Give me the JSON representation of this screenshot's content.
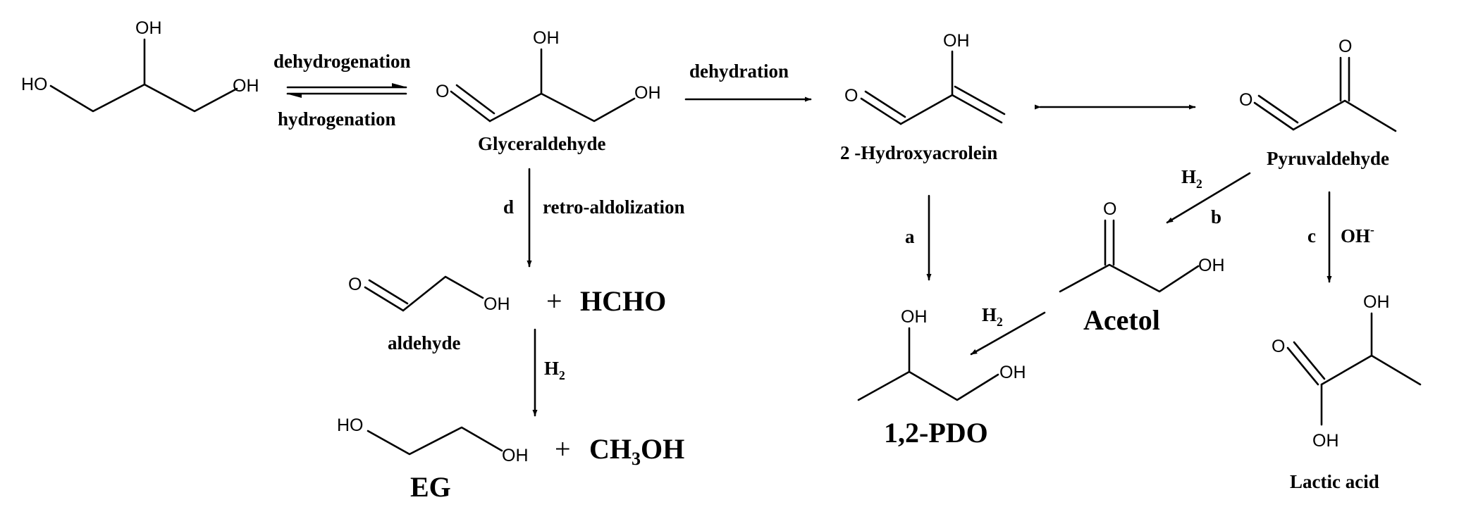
{
  "atoms": {
    "oh": "OH",
    "ho": "HO",
    "o": "O"
  },
  "steps": {
    "dehydrogenation": "dehydrogenation",
    "hydrogenation": "hydrogenation",
    "dehydration": "dehydration",
    "retro_aldolization": "retro-aldolization",
    "route_a": "a",
    "route_b": "b",
    "route_c": "c",
    "route_d": "d",
    "h2_letter": "H",
    "h2_sub": "2",
    "oh_minus_base": "OH",
    "oh_minus_sup": "-"
  },
  "compounds": {
    "glyceraldehyde": "Glyceraldehyde",
    "hydroxyacrolein": "2 -Hydroxyacrolein",
    "pyruvaldehyde": "Pyruvaldehyde",
    "aldehyde": "aldehyde",
    "acetol": "Acetol",
    "pdo": "1,2-PDO",
    "eg": "EG",
    "lactic_acid": "Lactic acid",
    "hcho": "HCHO",
    "methanol_a": "CH",
    "methanol_sub": "3",
    "methanol_b": "OH"
  },
  "plus": "+"
}
